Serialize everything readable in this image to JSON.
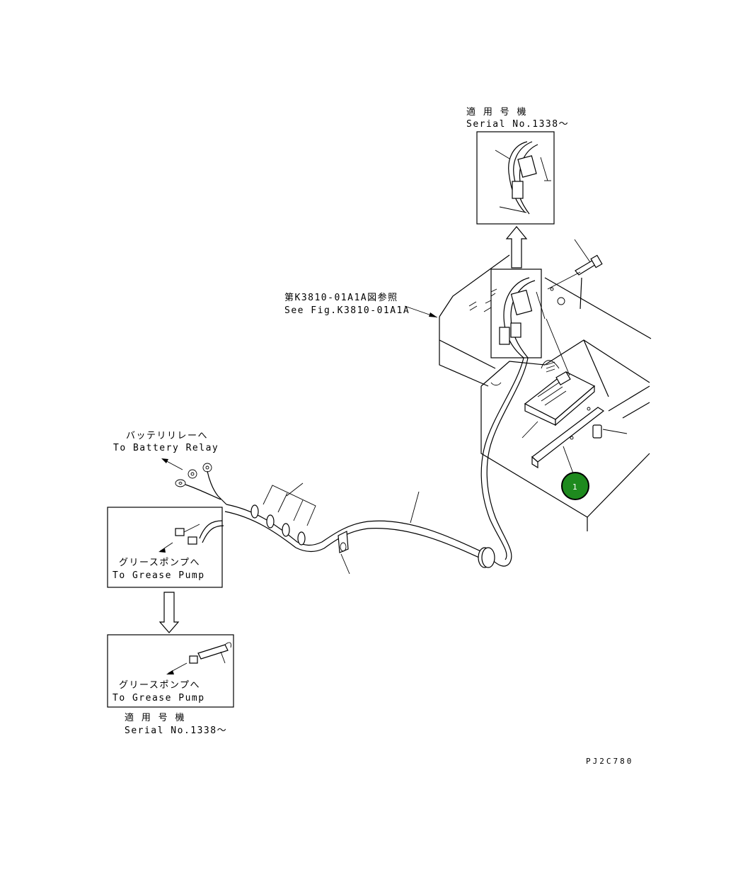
{
  "labels": {
    "serial_top_jp": "適 用 号 機",
    "serial_top_en": "Serial No.1338～",
    "see_fig_jp": "第K3810-01A1A図参照",
    "see_fig_en": "See Fig.K3810-01A1A",
    "battery_jp": "バッテリリレーへ",
    "battery_en": "To Battery Relay",
    "grease1_jp": "グリースポンプへ",
    "grease1_en": "To Grease Pump",
    "grease2_jp": "グリースポンプへ",
    "grease2_en": "To Grease Pump",
    "serial_bottom_jp": "適 用 号 機",
    "serial_bottom_en": "Serial No.1338～",
    "figure_code": "PJ2C780"
  },
  "callout": {
    "number": "1",
    "color": "#1e8a1e"
  }
}
